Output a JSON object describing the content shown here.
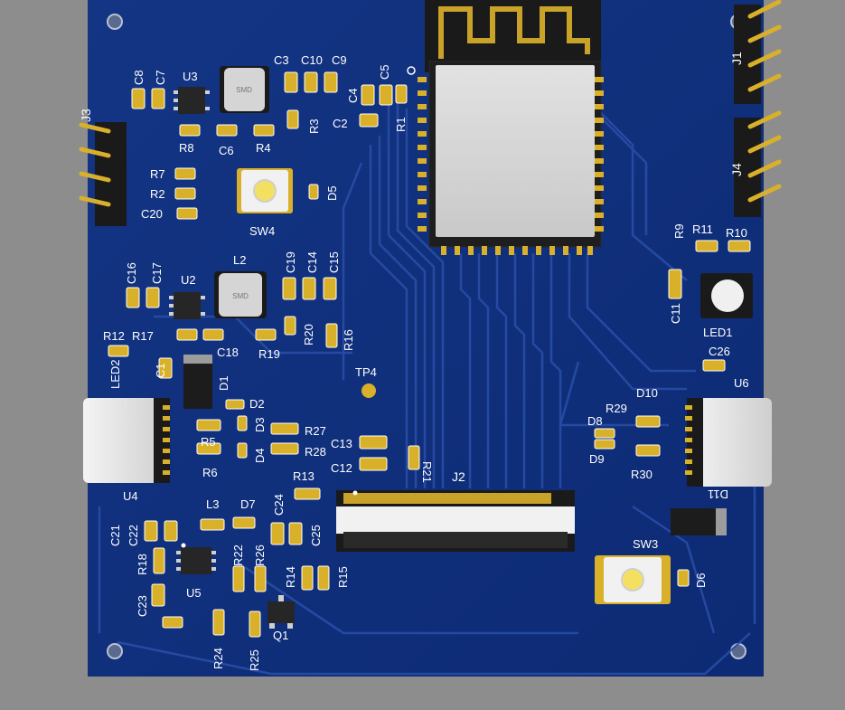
{
  "board": {
    "colors": {
      "background": "#8d8d8d",
      "pcb": "#0f2d7a",
      "pcb_light": "#1b3f96",
      "trace": "#24479e",
      "pad": "#d4a62a",
      "silk": "#ffffff",
      "component_body": "#1c1c1c",
      "module_shield": "#d8d8d8",
      "pin_gold": "#d9b02a"
    }
  },
  "labels": {
    "J1": "J1",
    "J3": "J3",
    "J4": "J4",
    "J2": "J2",
    "U2": "U2",
    "U3": "U3",
    "U4": "U4",
    "U5": "U5",
    "U6": "U6",
    "L2": "L2",
    "L3": "L3",
    "SW3": "SW3",
    "SW4": "SW4",
    "LED1": "LED1",
    "LED2": "LED2",
    "D1": "D1",
    "D2": "D2",
    "D3": "D3",
    "D4": "D4",
    "D5": "D5",
    "D6": "D6",
    "D7": "D7",
    "D8": "D8",
    "D9": "D9",
    "D10": "D10",
    "D11": "D11",
    "TP4": "TP4",
    "Q1": "Q1",
    "C1": "C1",
    "C2": "C2",
    "C3": "C3",
    "C4": "C4",
    "C5": "C5",
    "C6": "C6",
    "C7": "C7",
    "C8": "C8",
    "C9": "C9",
    "C10": "C10",
    "C11": "C11",
    "C12": "C12",
    "C13": "C13",
    "C14": "C14",
    "C15": "C15",
    "C16": "C16",
    "C17": "C17",
    "C18": "C18",
    "C19": "C19",
    "C20": "C20",
    "C21": "C21",
    "C22": "C22",
    "C23": "C23",
    "C24": "C24",
    "C25": "C25",
    "C26": "C26",
    "R1": "R1",
    "R2": "R2",
    "R3": "R3",
    "R4": "R4",
    "R5": "R5",
    "R6": "R6",
    "R7": "R7",
    "R8": "R8",
    "R9": "R9",
    "R10": "R10",
    "R11": "R11",
    "R12": "R12",
    "R13": "R13",
    "R14": "R14",
    "R15": "R15",
    "R16": "R16",
    "R17": "R17",
    "R18": "R18",
    "R19": "R19",
    "R20": "R20",
    "R21": "R21",
    "R22": "R22",
    "R24": "R24",
    "R25": "R25",
    "R26": "R26",
    "R27": "R27",
    "R28": "R28",
    "R29": "R29",
    "R30": "R30"
  },
  "marks": {
    "inductor_marking": "SMD"
  }
}
